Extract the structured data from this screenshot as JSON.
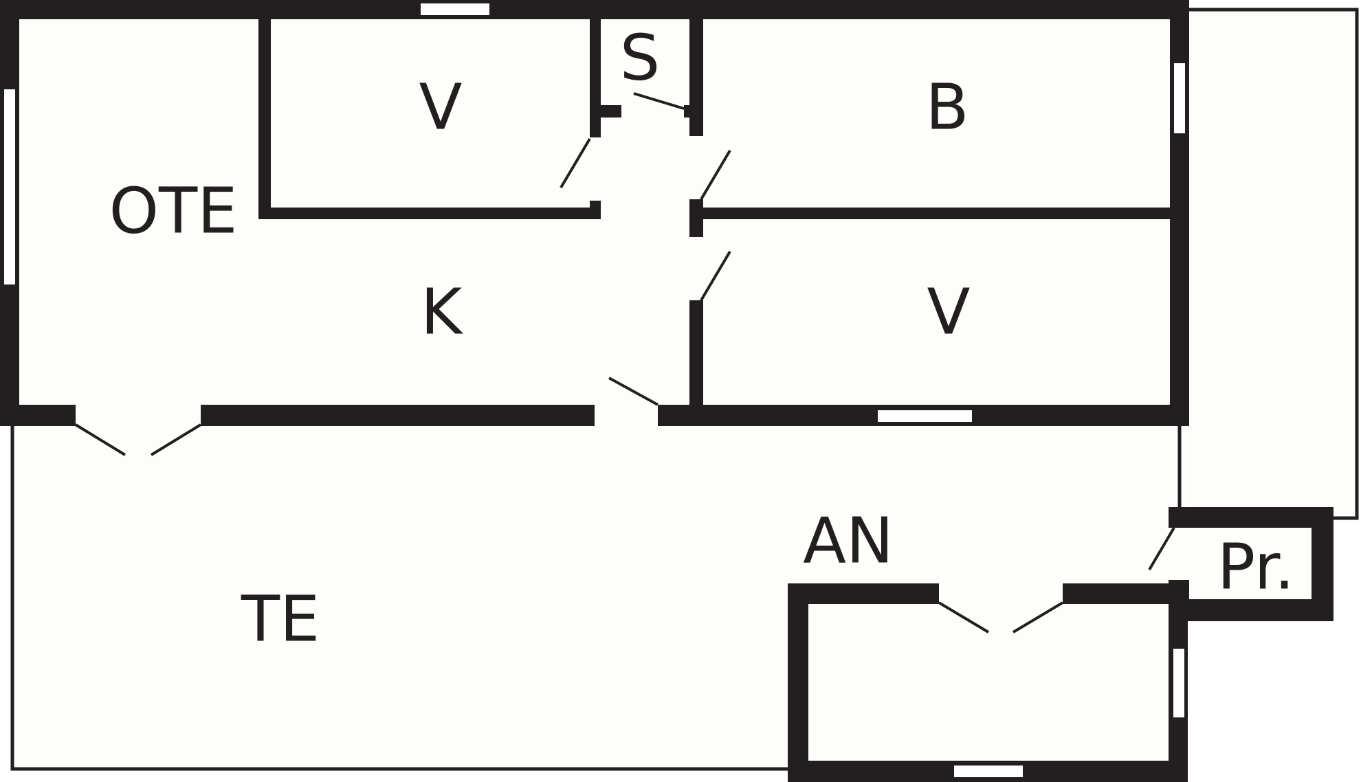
{
  "floorplan": {
    "rooms": [
      {
        "id": "ote",
        "label": "OTE"
      },
      {
        "id": "v-top",
        "label": "V"
      },
      {
        "id": "s",
        "label": "S"
      },
      {
        "id": "b",
        "label": "B"
      },
      {
        "id": "k",
        "label": "K"
      },
      {
        "id": "v-mid",
        "label": "V"
      },
      {
        "id": "an",
        "label": "AN"
      },
      {
        "id": "te",
        "label": "TE"
      },
      {
        "id": "pr",
        "label": "Pr."
      }
    ],
    "colors": {
      "wall": "#231f20",
      "floor": "#fdfef9",
      "opening": "#ffffff",
      "background": "#ffffff"
    }
  }
}
